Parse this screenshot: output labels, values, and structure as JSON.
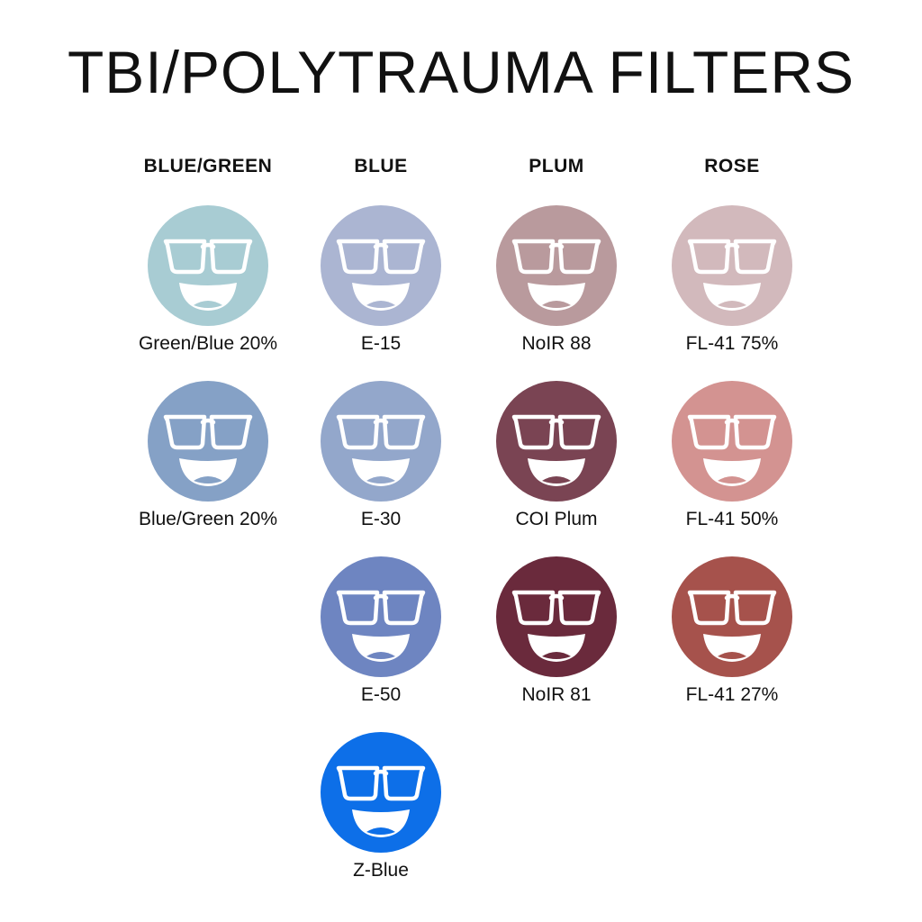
{
  "title": "TBI/POLYTRAUMA FILTERS",
  "columns": [
    {
      "header": "BLUE/GREEN",
      "filters": [
        {
          "label": "Green/Blue 20%",
          "color": "#a8ccd3"
        },
        {
          "label": "Blue/Green 20%",
          "color": "#85a1c6"
        }
      ]
    },
    {
      "header": "BLUE",
      "filters": [
        {
          "label": "E-15",
          "color": "#abb5d2"
        },
        {
          "label": "E-30",
          "color": "#93a7cb"
        },
        {
          "label": "E-50",
          "color": "#6e85c1"
        },
        {
          "label": "Z-Blue",
          "color": "#0d6fe8"
        }
      ]
    },
    {
      "header": "PLUM",
      "filters": [
        {
          "label": "NoIR 88",
          "color": "#b99a9d"
        },
        {
          "label": "COI Plum",
          "color": "#7a4453"
        },
        {
          "label": "NoIR 81",
          "color": "#6a2a3c"
        }
      ]
    },
    {
      "header": "ROSE",
      "filters": [
        {
          "label": "FL-41 75%",
          "color": "#d2b9bc"
        },
        {
          "label": "FL-41 50%",
          "color": "#d39391"
        },
        {
          "label": "FL-41 27%",
          "color": "#a6524c"
        }
      ]
    }
  ],
  "icon": "smiley-with-glasses-icon",
  "face_feature_color": "#ffffff"
}
